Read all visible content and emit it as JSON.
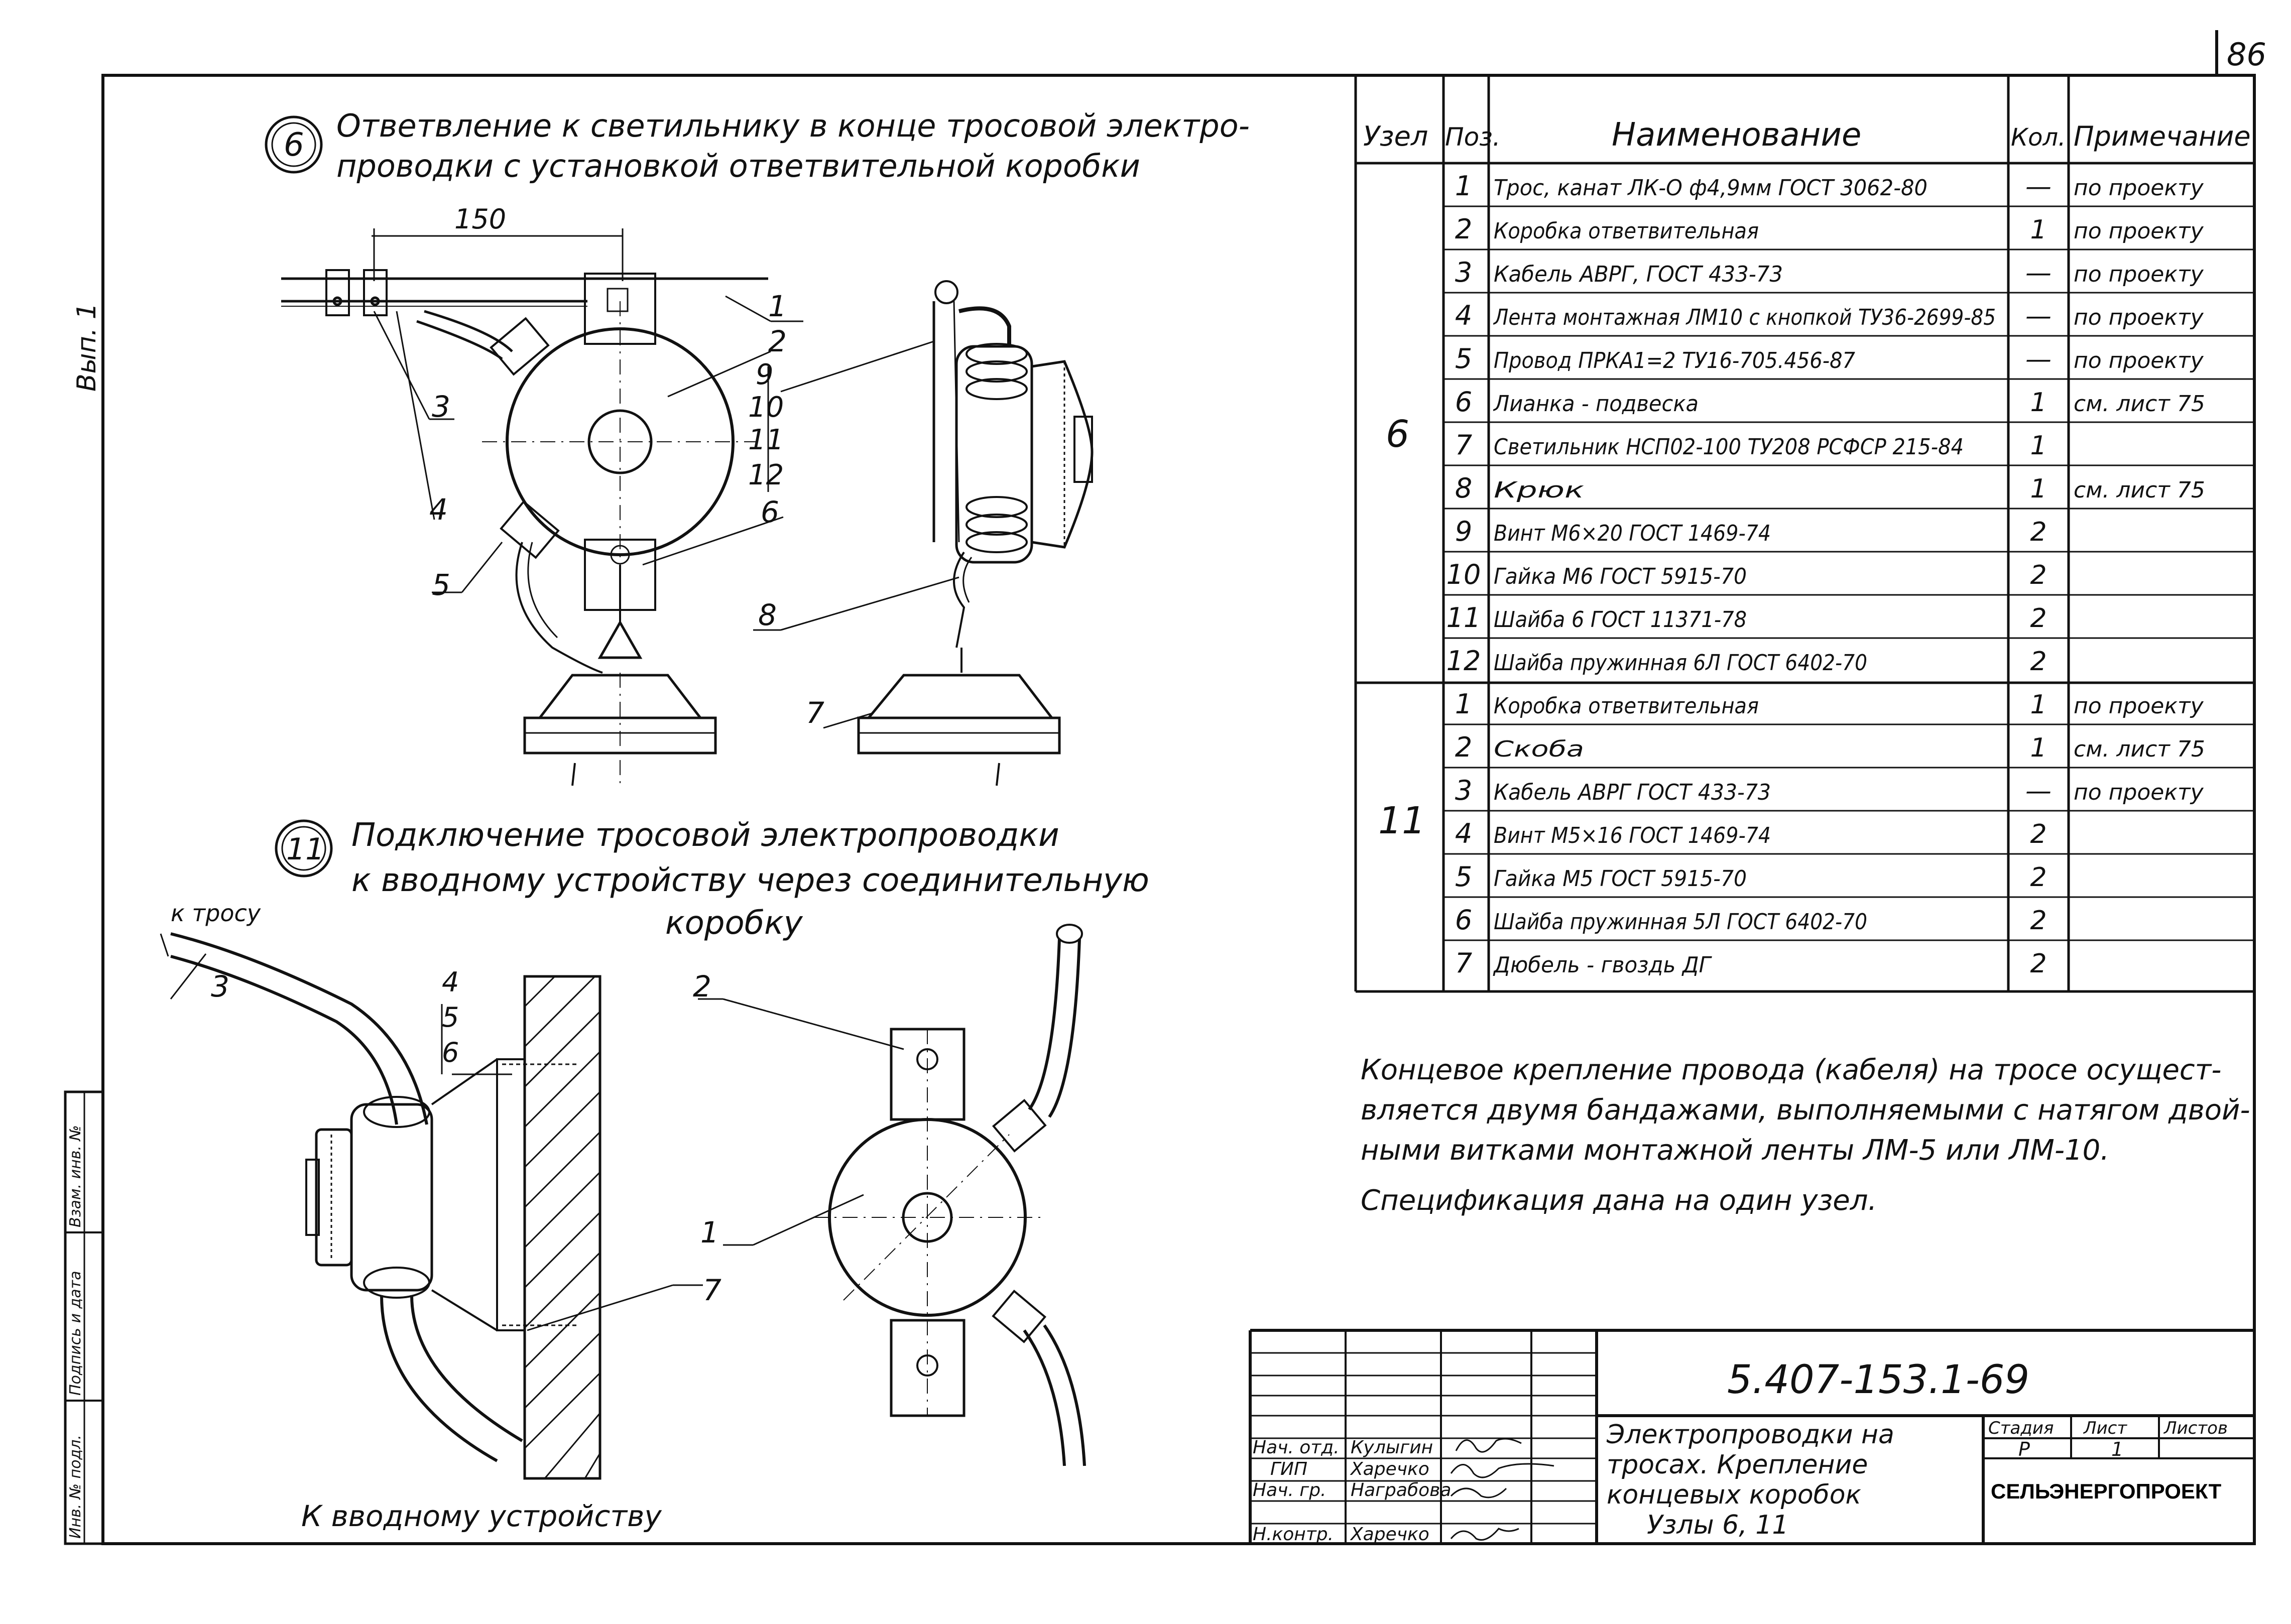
{
  "sheet": {
    "number": "86",
    "issue": "Вып. 1",
    "doc_code": "5.407-153.1-69"
  },
  "node6": {
    "num": "6",
    "title_line1": "Ответвление к светильнику в конце тросовой электро-",
    "title_line2": "проводки с установкой ответвительной коробки",
    "dim": "150",
    "callouts": [
      "1",
      "2",
      "9",
      "10",
      "11",
      "12",
      "3",
      "6",
      "4",
      "5",
      "8",
      "7"
    ]
  },
  "node11": {
    "num": "11",
    "title_line1": "Подключение тросовой электропроводки",
    "title_line2": "к вводному устройству через соединительную",
    "title_line3": "коробку",
    "to_cable": "к тросу",
    "to_input": "К вводному устройству",
    "callouts": [
      "3",
      "4",
      "5",
      "6",
      "7",
      "2",
      "1"
    ]
  },
  "table": {
    "headers": {
      "node": "Узел",
      "pos": "Поз.",
      "name": "Наименование",
      "qty": "Кол.",
      "note": "Примечание"
    },
    "groups": [
      {
        "node": "6",
        "rows": [
          {
            "pos": "1",
            "name": "Трос, канат ЛК-О ф4,9мм ГОСТ 3062-80",
            "qty": "—",
            "note": "по проекту"
          },
          {
            "pos": "2",
            "name": "Коробка ответвительная",
            "qty": "1",
            "note": "по проекту"
          },
          {
            "pos": "3",
            "name": "Кабель АВРГ, ГОСТ 433-73",
            "qty": "—",
            "note": "по проекту"
          },
          {
            "pos": "4",
            "name": "Лента монтажная ЛМ10 с кнопкой ТУ36-2699-85",
            "qty": "—",
            "note": "по проекту"
          },
          {
            "pos": "5",
            "name": "Провод ПРКА1=2 ТУ16-705.456-87",
            "qty": "—",
            "note": "по проекту"
          },
          {
            "pos": "6",
            "name": "Лианка - подвеска",
            "qty": "1",
            "note": "см. лист 75"
          },
          {
            "pos": "7",
            "name": "Светильник НСП02-100 ТУ208 РСФСР 215-84",
            "qty": "1",
            "note": ""
          },
          {
            "pos": "8",
            "name": "Крюк",
            "qty": "1",
            "note": "см. лист 75"
          },
          {
            "pos": "9",
            "name": "Винт М6×20 ГОСТ 1469-74",
            "qty": "2",
            "note": ""
          },
          {
            "pos": "10",
            "name": "Гайка М6 ГОСТ 5915-70",
            "qty": "2",
            "note": ""
          },
          {
            "pos": "11",
            "name": "Шайба 6 ГОСТ 11371-78",
            "qty": "2",
            "note": ""
          },
          {
            "pos": "12",
            "name": "Шайба пружинная 6Л ГОСТ 6402-70",
            "qty": "2",
            "note": ""
          }
        ]
      },
      {
        "node": "11",
        "rows": [
          {
            "pos": "1",
            "name": "Коробка ответвительная",
            "qty": "1",
            "note": "по проекту"
          },
          {
            "pos": "2",
            "name": "Скоба",
            "qty": "1",
            "note": "см. лист 75"
          },
          {
            "pos": "3",
            "name": "Кабель АВРГ ГОСТ 433-73",
            "qty": "—",
            "note": "по проекту"
          },
          {
            "pos": "4",
            "name": "Винт М5×16 ГОСТ 1469-74",
            "qty": "2",
            "note": ""
          },
          {
            "pos": "5",
            "name": "Гайка М5 ГОСТ 5915-70",
            "qty": "2",
            "note": ""
          },
          {
            "pos": "6",
            "name": "Шайба пружинная 5Л ГОСТ 6402-70",
            "qty": "2",
            "note": ""
          },
          {
            "pos": "7",
            "name": "Дюбель - гвоздь ДГ",
            "qty": "2",
            "note": ""
          }
        ]
      }
    ]
  },
  "notes": {
    "line1": "Концевое крепление провода (кабеля) на тросе осущест-",
    "line2": "вляется двумя бандажами, выполняемыми с натягом двой-",
    "line3": "ными витками монтажной ленты ЛМ-5 или ЛМ-10.",
    "line4": "Спецификация дана на один узел."
  },
  "stamp": {
    "code": "5.407-153.1-69",
    "title_line1": "Электропроводки на",
    "title_line2": "тросах. Крепление",
    "title_line3": "концевых коробок",
    "title_line4": "Узлы 6, 11",
    "stage_label": "Стадия",
    "sheet_label": "Лист",
    "sheets_label": "Листов",
    "stage": "Р",
    "sheet_no": "1",
    "org": "СЕЛЬЭНЕРГОПРОЕКТ",
    "people": [
      {
        "role": "Нач. отд.",
        "name": "Кулыгин"
      },
      {
        "role": "ГИП",
        "name": "Харечко"
      },
      {
        "role": "Нач. гр.",
        "name": "Награбова"
      },
      {
        "role": "Н.контр.",
        "name": "Харечко"
      }
    ]
  },
  "side_stamp": {
    "col1": "Инв. № подл.",
    "col2": "Подпись и дата",
    "col3": "Взам. инв. №"
  }
}
